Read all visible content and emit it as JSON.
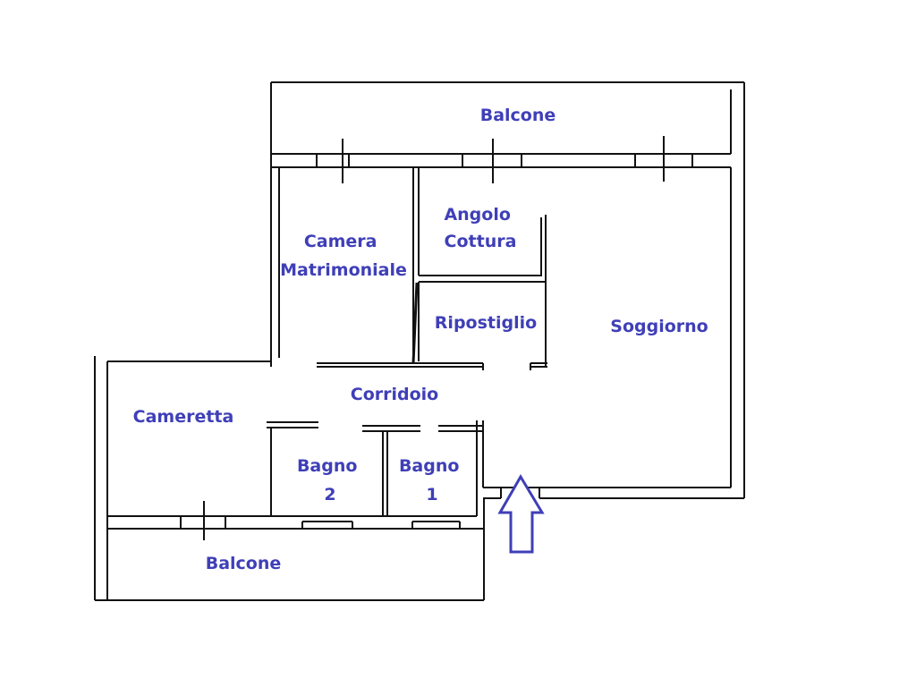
{
  "colors": {
    "label": "#3f3fb8",
    "wall": "#111111",
    "background": "#ffffff"
  },
  "rooms": {
    "balcone_top": "Balcone",
    "angolo": [
      "Angolo",
      "Cottura"
    ],
    "camera": [
      "Camera",
      "Matrimoniale"
    ],
    "ripostiglio": "Ripostiglio",
    "soggiorno": "Soggiorno",
    "corridoio": "Corridoio",
    "cameretta": "Cameretta",
    "bagno2": [
      "Bagno",
      "2"
    ],
    "bagno1": [
      "Bagno",
      "1"
    ],
    "balcone_bottom": "Balcone"
  },
  "entrance": {
    "icon": "entrance-arrow-icon",
    "direction": "up"
  }
}
